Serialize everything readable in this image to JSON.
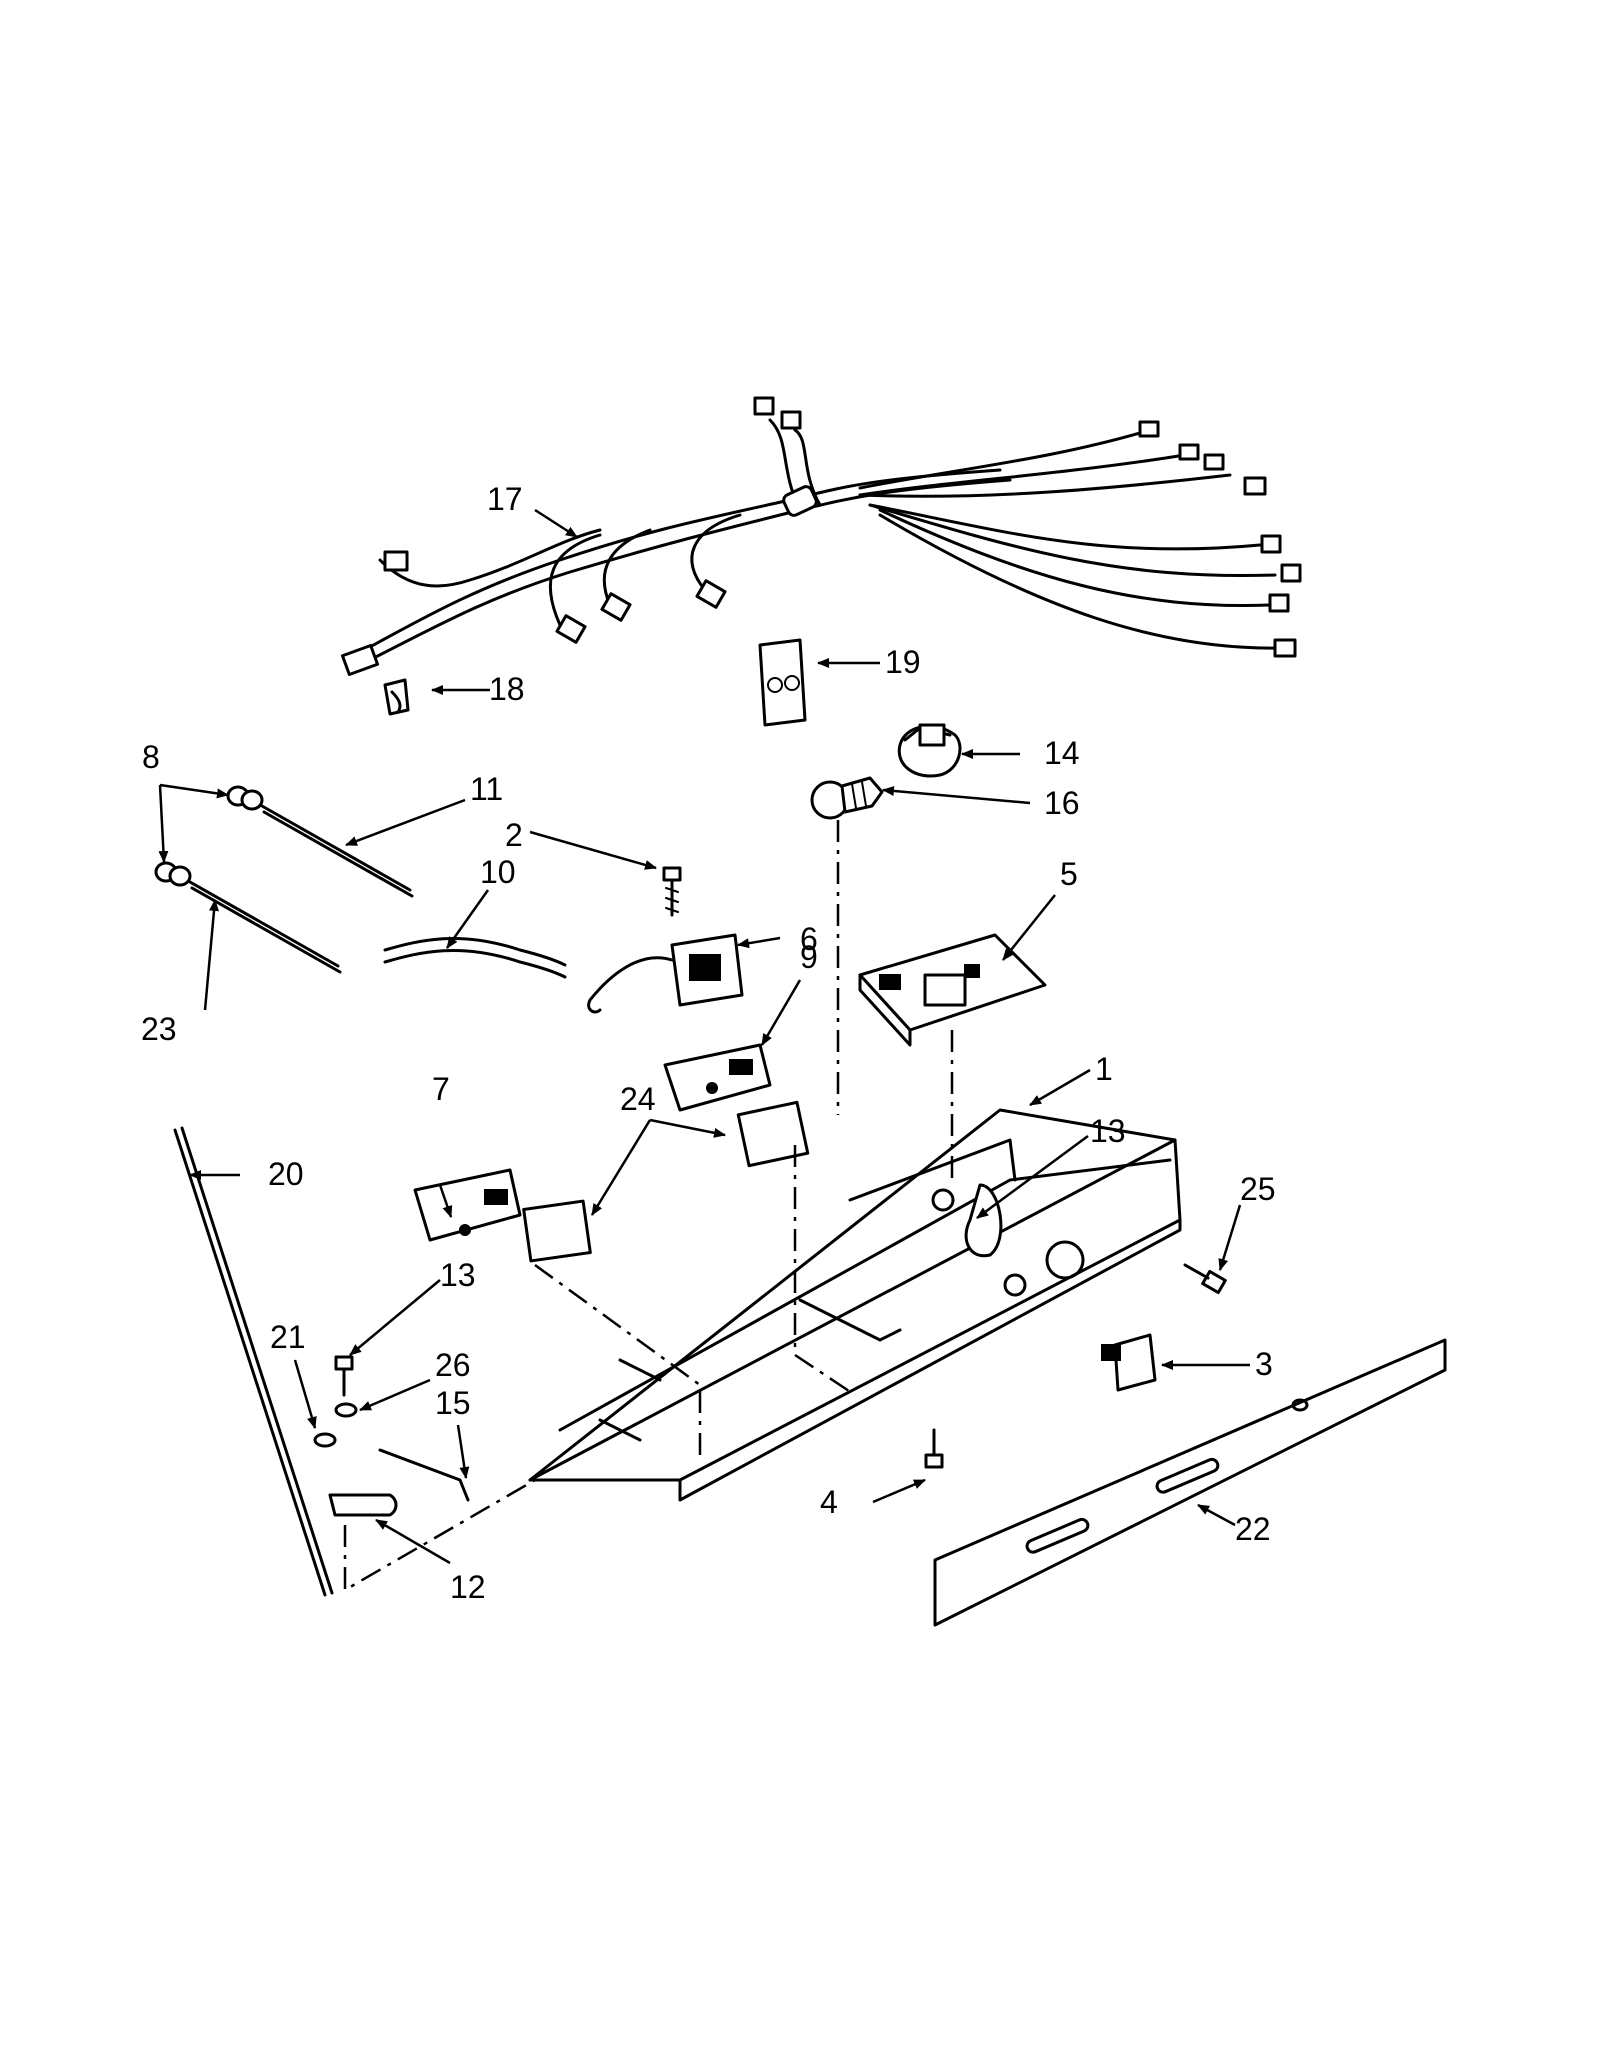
{
  "callouts": {
    "c1": "1",
    "c2": "2",
    "c3": "3",
    "c4": "4",
    "c5": "5",
    "c6": "6",
    "c7": "7",
    "c8": "8",
    "c9": "9",
    "c10": "10",
    "c11": "11",
    "c12": "12",
    "c13a": "13",
    "c13b": "13",
    "c14": "14",
    "c15": "15",
    "c16": "16",
    "c17": "17",
    "c18": "18",
    "c19": "19",
    "c20": "20",
    "c21": "21",
    "c22": "22",
    "c23": "23",
    "c24": "24",
    "c25": "25",
    "c26": "26"
  }
}
